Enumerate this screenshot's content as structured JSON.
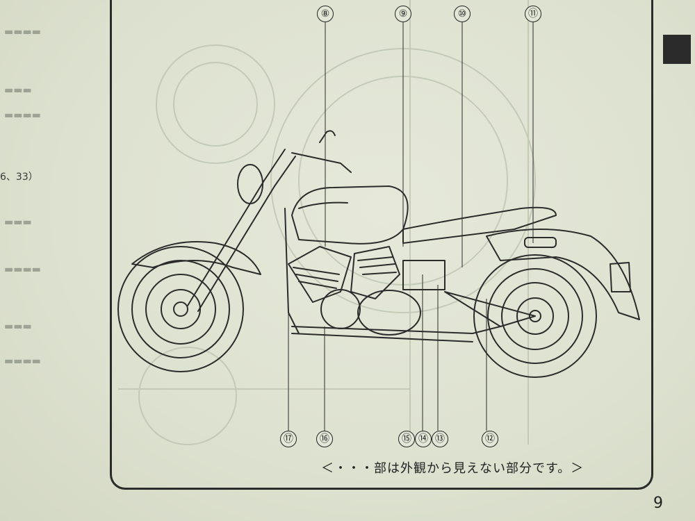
{
  "left_reference": "6、33）",
  "callouts": [
    {
      "id": "c8",
      "label": "⑧"
    },
    {
      "id": "c9",
      "label": "⑨"
    },
    {
      "id": "c10",
      "label": "⑩"
    },
    {
      "id": "c11",
      "label": "⑪"
    },
    {
      "id": "c17",
      "label": "⑰"
    },
    {
      "id": "c16",
      "label": "⑯"
    },
    {
      "id": "c15",
      "label": "⑮"
    },
    {
      "id": "c14",
      "label": "⑭"
    },
    {
      "id": "c13",
      "label": "⑬"
    },
    {
      "id": "c12",
      "label": "⑫"
    }
  ],
  "caption": "＜・・・部は外観から見えない部分です。＞",
  "page_number": "9"
}
